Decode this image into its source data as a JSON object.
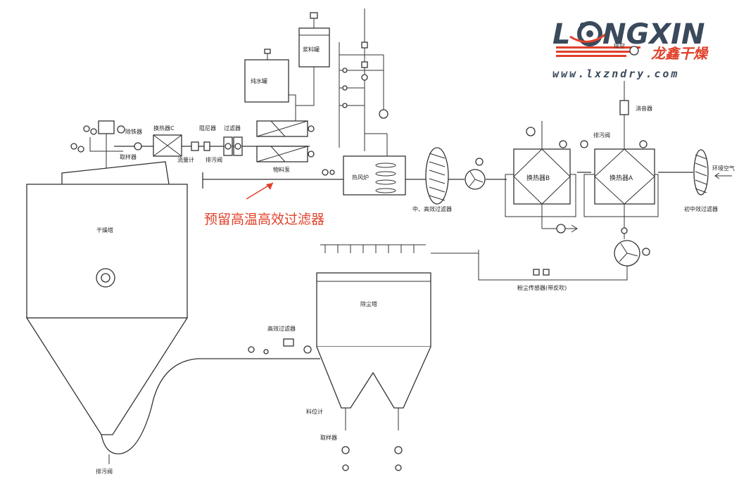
{
  "logo": {
    "word_pre": "L",
    "word_post": "NGXIN",
    "chinese": "龙鑫干燥",
    "url": "www.lxzndry.com"
  },
  "callout": {
    "text": "预留高温高效过滤器"
  },
  "labels": {
    "slurry_tank": "浆料罐",
    "pure_water_tank": "纯水罐",
    "iron_remover": "除铁器",
    "sampler_top": "取样器",
    "heat_exchanger_c": "换热器C",
    "damper": "阻尼器",
    "filter": "过滤器",
    "flow_meter": "流量计",
    "drain_valve_mid": "排污阀",
    "material_pump": "物料泵",
    "hot_air_furnace": "热风炉",
    "mid_high_filter": "中、高效过滤器",
    "heat_exchanger_b": "换热器B",
    "heat_exchanger_a": "换热器A",
    "drain_valve_right": "排污阀",
    "muffler": "消音器",
    "exhaust": "排空",
    "ambient_air": "环境空气",
    "primary_mid_filter": "初中效过滤器",
    "drying_tower": "干燥塔",
    "dust_tower": "除尘塔",
    "powder_sensor": "粉尘传感器(带反吹)",
    "hepa_filter": "高效过滤器",
    "level_meter": "料位计",
    "sampler_bottom": "取样器",
    "drain_valve_bottom": "排污阀"
  },
  "colors": {
    "line": "#333333",
    "callout": "#e0412a",
    "logo_dark": "#3a4a5c",
    "logo_accent": "#e0412a"
  }
}
